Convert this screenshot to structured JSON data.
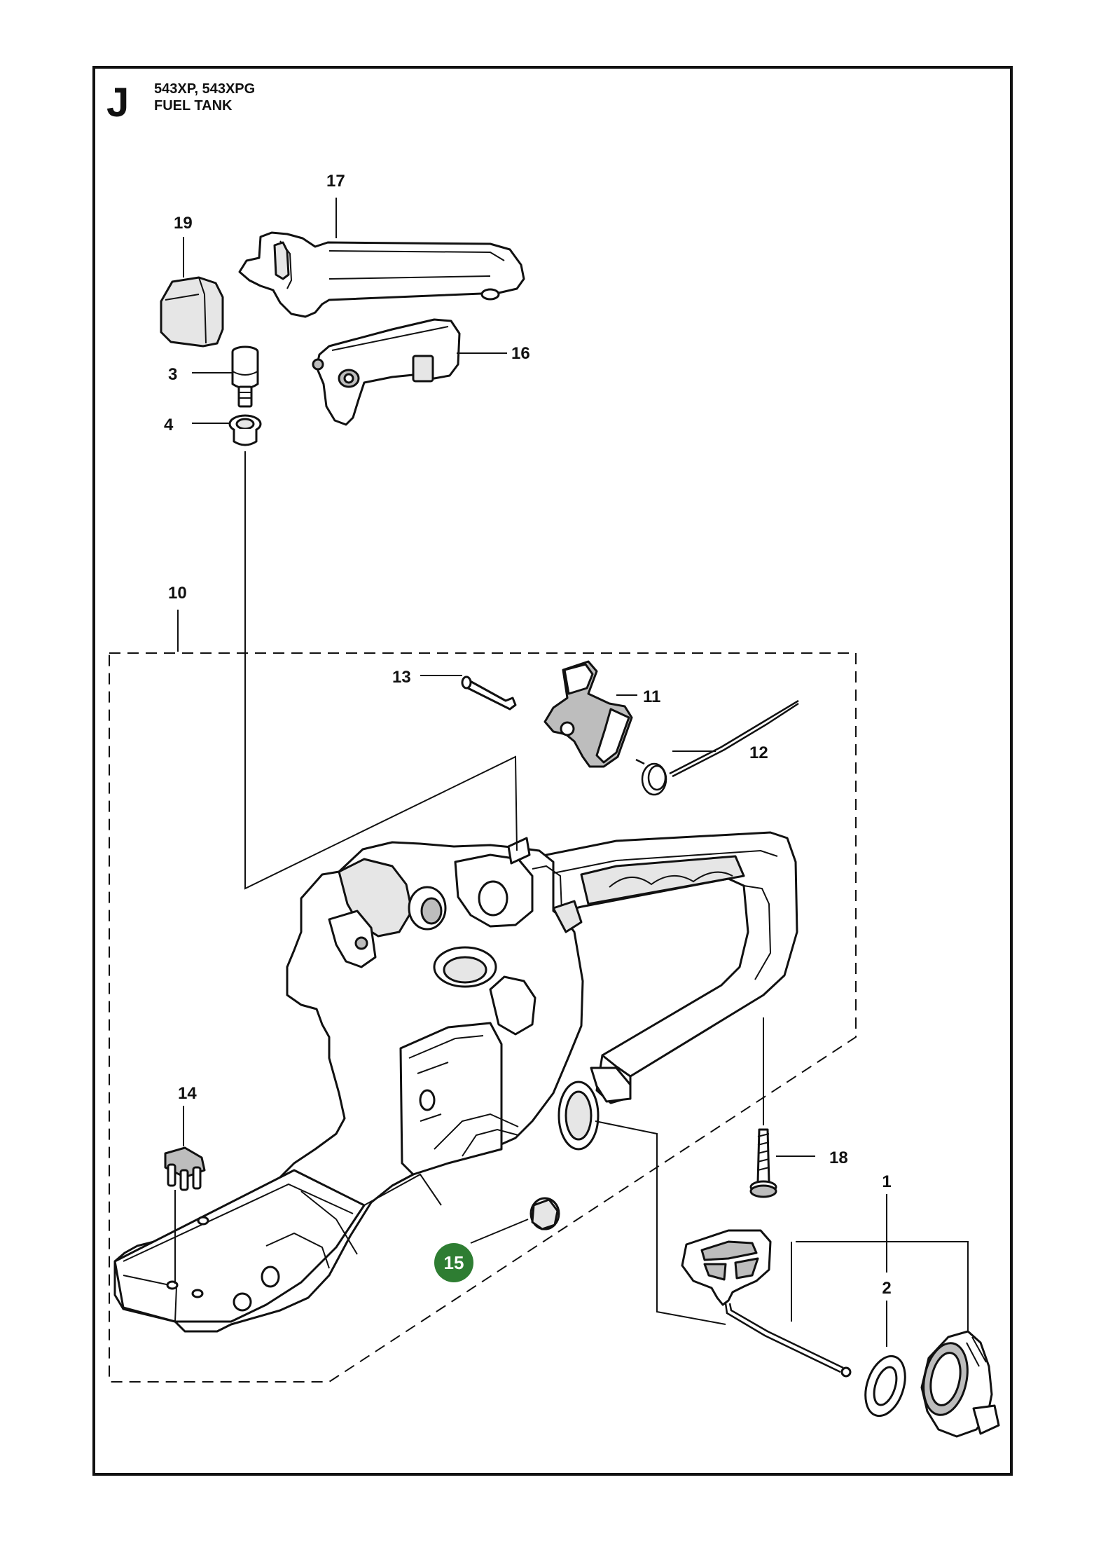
{
  "header": {
    "section_letter": "J",
    "model_line": "543XP, 543XPG",
    "title_line": "FUEL TANK"
  },
  "callouts": {
    "c1": "1",
    "c2": "2",
    "c3": "3",
    "c4": "4",
    "c10": "10",
    "c11": "11",
    "c12": "12",
    "c13": "13",
    "c14": "14",
    "c15": "15",
    "c16": "16",
    "c17": "17",
    "c18": "18",
    "c19": "19"
  },
  "highlight": {
    "callout": "15",
    "color": "#2e7d32"
  }
}
